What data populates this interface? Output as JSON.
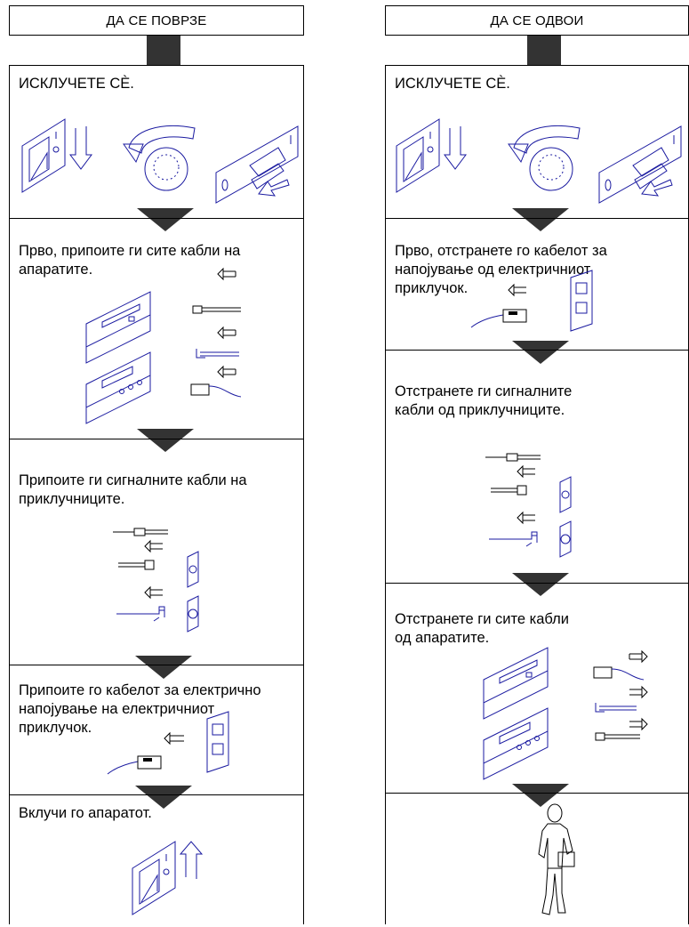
{
  "left": {
    "header": "ДА СЕ ПОВРЗЕ",
    "steps": [
      "ИСКЛУЧЕТЕ СЀ.",
      "Прво, припоите ги сите кабли на\nапаратите.",
      "Припоите ги  сигналните кабли  на\nприклучниците.",
      "Припоите го кабелот  за електрично\nнапојување на електричниот\nприклучок.",
      "Вклучи го апаратот."
    ]
  },
  "right": {
    "header": "ДА СЕ ОДВОИ",
    "steps": [
      "ИСКЛУЧЕТЕ СЀ.",
      "Прво, отстранете го кабелот за\nнапојување од електричниот\nприклучок.",
      "Отстранете ги сигналните\nкабли од приклучниците.",
      "Отстранете ги сите кабли\nод апаратите.",
      ""
    ]
  },
  "colors": {
    "illustration": "#1a1aa0",
    "connector": "#333333"
  },
  "icons": [
    "power-switch-icon",
    "dial-icon",
    "rocker-switch-icon",
    "device-icon",
    "cable-plug-icon",
    "wall-outlet-icon",
    "arrow-left-icon",
    "arrow-right-icon",
    "person-walking-icon"
  ]
}
